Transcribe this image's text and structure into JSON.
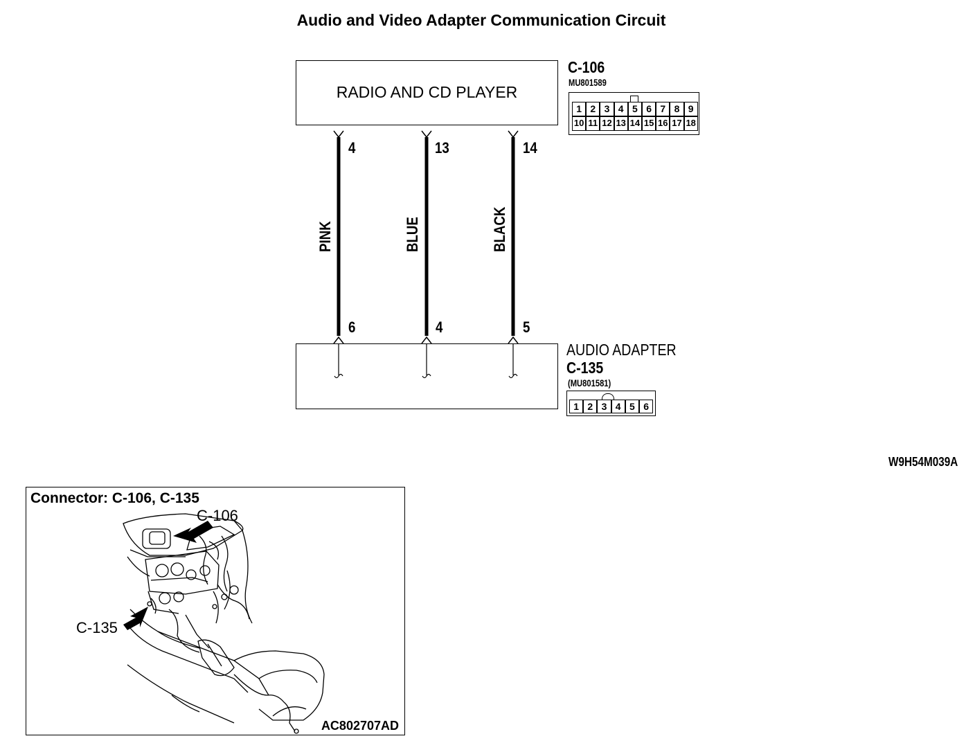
{
  "title": "Audio and Video Adapter Communication Circuit",
  "radio": {
    "label": "RADIO AND CD PLAYER",
    "connector": "C-106",
    "part_no": "MU801589",
    "pins_row1": [
      "1",
      "2",
      "3",
      "4",
      "5",
      "6",
      "7",
      "8",
      "9"
    ],
    "pins_row2": [
      "10",
      "11",
      "12",
      "13",
      "14",
      "15",
      "16",
      "17",
      "18"
    ]
  },
  "adapter": {
    "label": "AUDIO ADAPTER",
    "connector": "C-135",
    "part_no": "(MU801581)",
    "pins": [
      "1",
      "2",
      "3",
      "4",
      "5",
      "6"
    ]
  },
  "wires": [
    {
      "color": "PINK",
      "top_pin": "4",
      "bottom_pin": "6"
    },
    {
      "color": "BLUE",
      "top_pin": "13",
      "bottom_pin": "4"
    },
    {
      "color": "BLACK",
      "top_pin": "14",
      "bottom_pin": "5"
    }
  ],
  "ref_code": "W9H54M039A",
  "inset": {
    "title": "Connector: C-106, C-135",
    "callout_top": "C-106",
    "callout_left": "C-135",
    "code": "AC802707AD"
  }
}
